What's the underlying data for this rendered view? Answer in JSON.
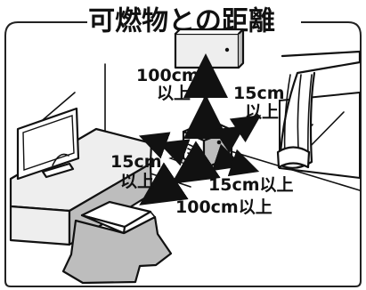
{
  "title": "可燃物との距離",
  "labels": {
    "top_clearance": "100cm",
    "top_clearance_suffix": "以上",
    "right_back_clearance": "15cm",
    "right_back_clearance_suffix": "以上",
    "left_clearance": "15cm",
    "left_clearance_suffix": "以上",
    "right_front_clearance": "15cm以上",
    "front_clearance": "100cm以上"
  }
}
